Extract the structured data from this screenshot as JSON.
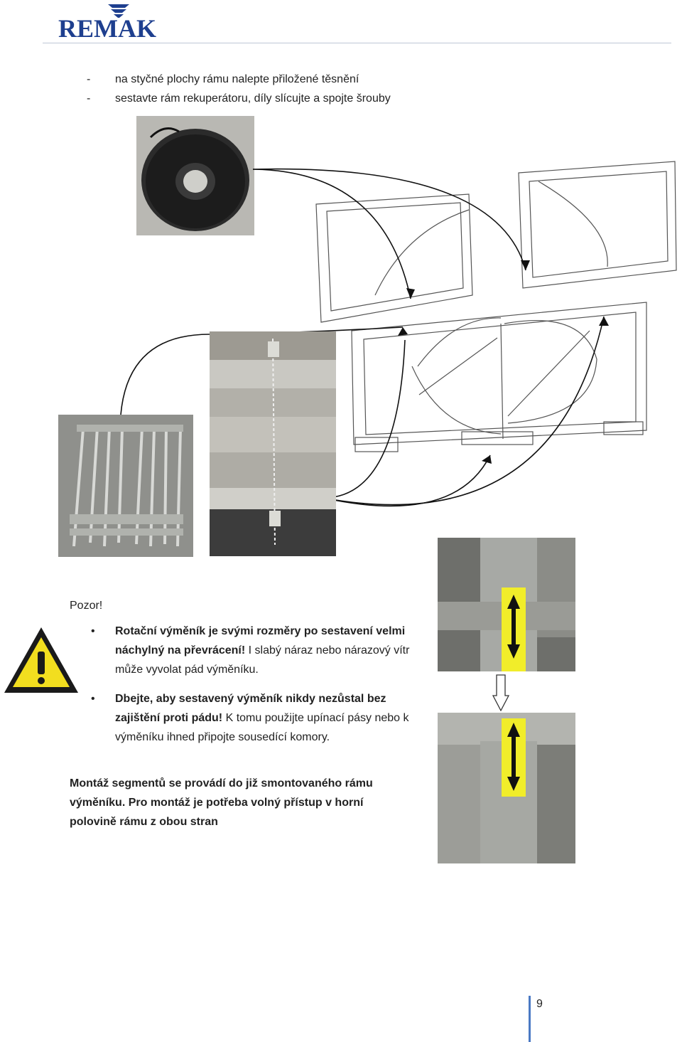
{
  "brand": {
    "logo_text": "REMAK",
    "accent": "#1e3f8f"
  },
  "intro_items": [
    {
      "dash": "-",
      "text": "na styčné plochy rámu nalepte přiložené těsnění"
    },
    {
      "dash": "-",
      "text": "sestavte rám rekuperátoru, díly slícujte a spojte šrouby"
    }
  ],
  "warning": {
    "title": "Pozor!",
    "bullets": [
      {
        "bold": "Rotační výměník je svými rozměry po sestavení velmi náchylný na převrácení!",
        "normal": " I slabý náraz nebo nárazový vítr může vyvolat pád výměníku."
      },
      {
        "bold": "Dbejte, aby sestavený výměník nikdy nezůstal bez zajištění proti pádu!",
        "normal": " K tomu použijte upínací pásy nebo k výměníku ihned připojte sousedící komory."
      }
    ]
  },
  "assembly_note": "Montáž segmentů se provádí do již smontovaného rámu výměníku. Pro montáž je potřeba volný přístup v horní polovině rámu z obou stran",
  "page_number": "9",
  "icons": [
    "remak-logo",
    "gasket-roll-photo",
    "threaded-rods-photo",
    "frame-profile-photo",
    "exchanger-frame-drawing",
    "warning-triangle-icon",
    "frame-corner-photo",
    "down-arrow-icon"
  ]
}
